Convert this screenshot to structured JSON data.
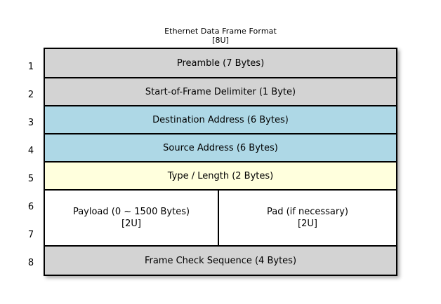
{
  "title": {
    "main": "Ethernet Data Frame Format",
    "sub": "[8U]"
  },
  "colors": {
    "gray": "#d3d3d3",
    "blue": "#aed8e6",
    "yellow": "#ffffdd",
    "white": "#ffffff",
    "border": "#000000",
    "background": "#ffffff"
  },
  "row_numbers": [
    "1",
    "2",
    "3",
    "4",
    "5",
    "6",
    "7",
    "8"
  ],
  "rows": [
    {
      "number": "1",
      "label": "Preamble (7 Bytes)",
      "fill": "#d3d3d3"
    },
    {
      "number": "2",
      "label": "Start-of-Frame Delimiter (1 Byte)",
      "fill": "#d3d3d3"
    },
    {
      "number": "3",
      "label": "Destination Address (6 Bytes)",
      "fill": "#aed8e6"
    },
    {
      "number": "4",
      "label": "Source Address (6 Bytes)",
      "fill": "#aed8e6"
    },
    {
      "number": "5",
      "label": "Type / Length (2 Bytes)",
      "fill": "#ffffdd"
    },
    {
      "number": "8",
      "label": "Frame Check Sequence (4 Bytes)",
      "fill": "#d3d3d3"
    }
  ],
  "payload_row": {
    "numbers": [
      "6",
      "7"
    ],
    "fill": "#ffffff",
    "payload": {
      "label": "Payload (0 ~ 1500 Bytes)",
      "sub": "[2U]"
    },
    "pad": {
      "label": "Pad (if necessary)",
      "sub": "[2U]"
    }
  }
}
